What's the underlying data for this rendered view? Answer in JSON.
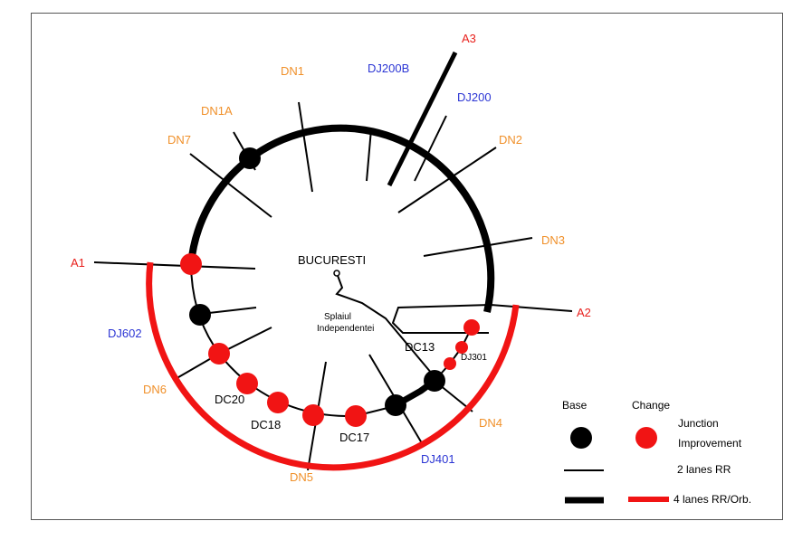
{
  "colors": {
    "national_road": "#f0902a",
    "county_road": "#2b35d4",
    "motorway": "#e8201c",
    "base": "#000000",
    "change": "#f11414"
  },
  "center": {
    "title": "BUCURESTI",
    "splaiul_line1": "Splaiul",
    "splaiul_line2": "Independentei"
  },
  "roads": {
    "a1": "A1",
    "a2": "A2",
    "a3": "A3",
    "dn1": "DN1",
    "dn1a": "DN1A",
    "dn2": "DN2",
    "dn3": "DN3",
    "dn4": "DN4",
    "dn5": "DN5",
    "dn6": "DN6",
    "dn7": "DN7",
    "dj200b": "DJ200B",
    "dj200": "DJ200",
    "dj602": "DJ602",
    "dj401": "DJ401",
    "dj301": "DJ301",
    "dc13": "DC13",
    "dc17": "DC17",
    "dc18": "DC18",
    "dc20": "DC20"
  },
  "legend": {
    "base_header": "Base",
    "change_header": "Change",
    "junction_line1": "Junction",
    "junction_line2": "Improvement",
    "two_lanes": "2 lanes RR",
    "four_lanes": "4 lanes RR/Orb."
  }
}
